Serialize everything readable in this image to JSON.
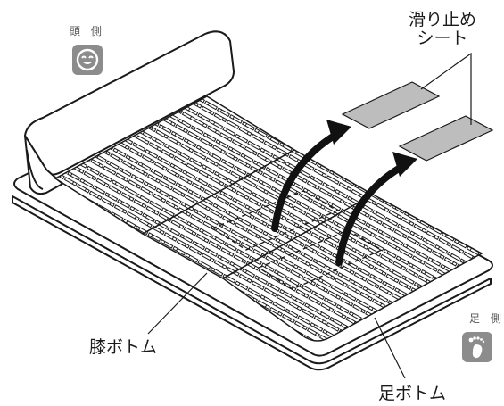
{
  "labels": {
    "head_side": "頭 側",
    "foot_side": "足 側",
    "anti_slip_sheet_line1": "滑り止め",
    "anti_slip_sheet_line2": "シート",
    "knee_bottom": "膝ボトム",
    "foot_bottom": "足ボトム"
  },
  "icons": {
    "head_side": "smiley-face-icon",
    "foot_side": "footprint-icon"
  },
  "colors": {
    "line": "#1a1a1a",
    "sheet_fill": "#bdbdbd",
    "badge": "#8c8c8c",
    "arrow": "#111111"
  }
}
